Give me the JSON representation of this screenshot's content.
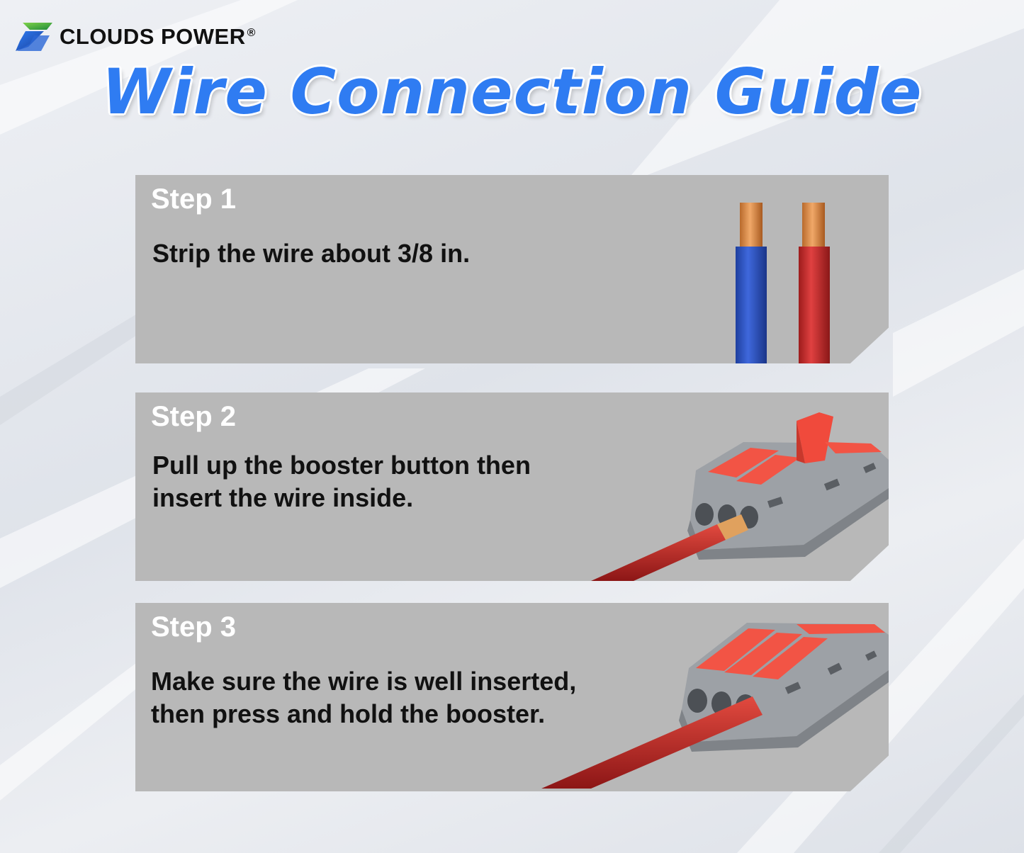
{
  "brand": {
    "name": "CLOUDS POWER",
    "registered": "®",
    "logo_icon": "cp-logo-icon"
  },
  "title": "Wire Connection Guide",
  "colors": {
    "title_blue": "#2f7cf2",
    "card_gray": "#b8b8b8",
    "wire_blue": "#2e55c8",
    "wire_red": "#cf2b2b",
    "copper": "#d8894a",
    "connector_gray": "#9a9ea3",
    "lever_red": "#f04a3c"
  },
  "steps": [
    {
      "label": "Step 1",
      "lines": [
        "Strip the wire about 3/8 in."
      ],
      "illustration": "stripped-wires-icon"
    },
    {
      "label": "Step 2",
      "lines": [
        "Pull up the booster button then",
        "insert the wire inside."
      ],
      "illustration": "connector-lever-up-icon"
    },
    {
      "label": "Step 3",
      "lines": [
        "Make sure the wire is well inserted,",
        "then press and hold the booster."
      ],
      "illustration": "connector-lever-down-icon"
    }
  ]
}
